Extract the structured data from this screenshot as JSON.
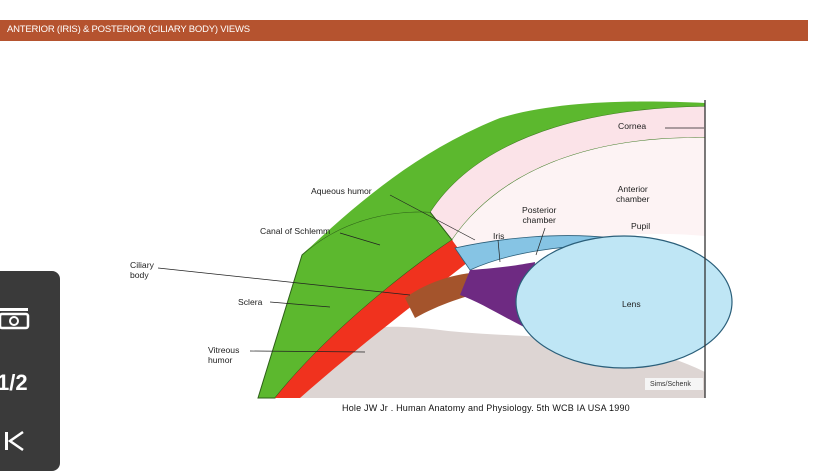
{
  "header": {
    "title": "ANTERIOR (IRIS) & POSTERIOR (CILIARY BODY) VIEWS",
    "color": "#b5532f"
  },
  "figure": {
    "labels": {
      "cornea": "Cornea",
      "anterior_chamber": "Anterior\nchamber",
      "aqueous_humor": "Aqueous humor",
      "posterior_chamber": "Posterior\nchamber",
      "pupil": "Pupil",
      "canal_of_schlemm": "Canal of Schlemm",
      "iris": "Iris",
      "ciliary_body": "Ciliary\nbody",
      "sclera": "Sclera",
      "lens": "Lens",
      "vitreous_humor": "Vitreous\nhumor"
    },
    "credit": "Sims/Schenk",
    "citation": "Hole JW Jr . Human Anatomy and Physiology.  5th  WCB  IA USA  1990",
    "colors": {
      "sclera_green": "#5cb82e",
      "choroid_red": "#f0321e",
      "lens_blue": "#bfe6f5",
      "iris_purple": "#6e2a82",
      "cornea_pink": "#fbe3e8"
    }
  },
  "player": {
    "page_indicator": "1/2",
    "icons": [
      "slides-icon",
      "previous-icon"
    ]
  }
}
